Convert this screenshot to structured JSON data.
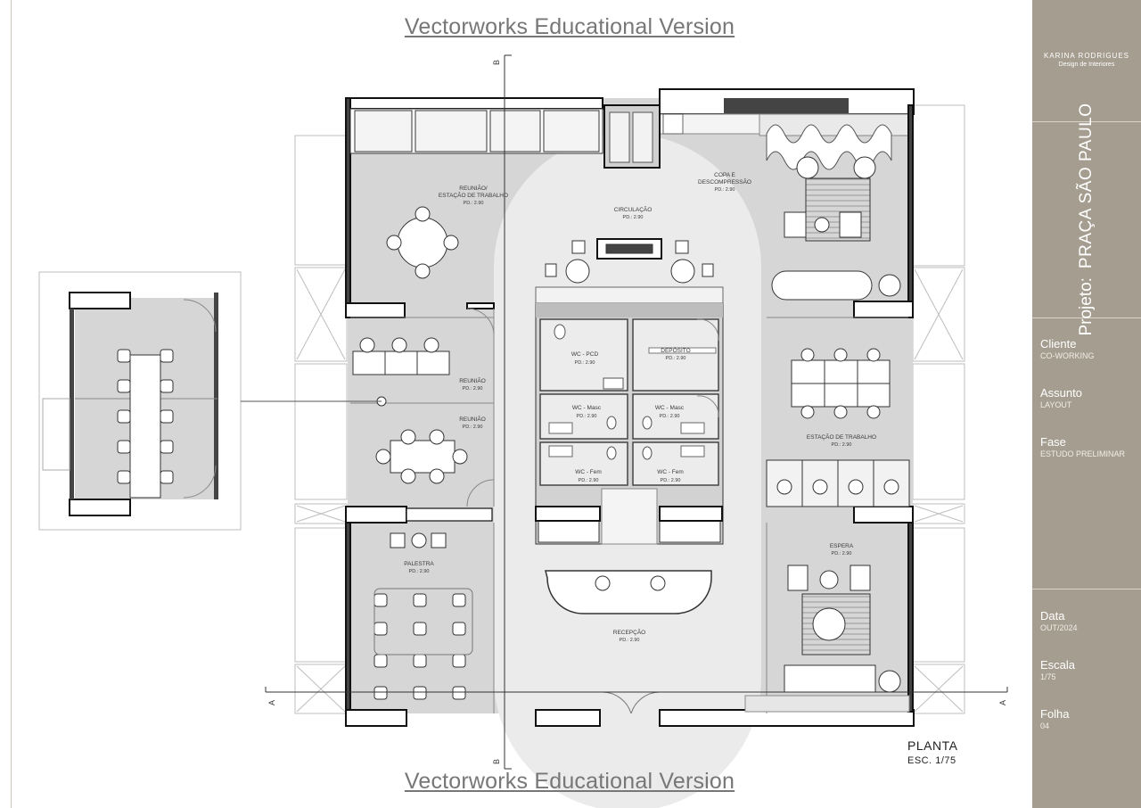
{
  "watermark": "Vectorworks Educational Version",
  "title_block": {
    "brand_name": "KARINA RODRIGUES",
    "brand_subtitle": "Design de Interiores",
    "project_label": "Projeto:",
    "project_name": "PRAÇA SÃO PAULO",
    "fields": [
      {
        "label": "Cliente",
        "value": "CO-WORKING"
      },
      {
        "label": "Assunto",
        "value": "LAYOUT"
      },
      {
        "label": "Fase",
        "value": "ESTUDO PRELIMINAR"
      },
      {
        "label": "Data",
        "value": "OUT/2024"
      },
      {
        "label": "Escala",
        "value": "1/75"
      },
      {
        "label": "Folha",
        "value": "04"
      }
    ]
  },
  "drawing": {
    "title": "PLANTA",
    "scale": "ESC. 1/75",
    "section_marks": {
      "a": "A",
      "b": "B"
    },
    "rooms": [
      {
        "name": "REUNIÃO/",
        "name2": "ESTAÇÃO DE TRABALHO",
        "pd": "PD.: 2.90"
      },
      {
        "name": "COPA E",
        "name2": "DESCOMPRESSÃO",
        "pd": "PD.: 2.90"
      },
      {
        "name": "CIRCULAÇÃO",
        "pd": "PD.: 2.90"
      },
      {
        "name": "WC - PCD",
        "pd": "PD.: 2.90"
      },
      {
        "name": "DEPÓSITO",
        "pd": "PD.: 2.90"
      },
      {
        "name": "REUNIÃO",
        "pd": "PD.: 2.90"
      },
      {
        "name": "REUNIÃO",
        "pd": "PD.: 2.90"
      },
      {
        "name": "WC - Masc",
        "pd": "PD.: 2.90"
      },
      {
        "name": "WC - Masc",
        "pd": "PD.: 2.90"
      },
      {
        "name": "WC - Fem",
        "pd": "PD.: 2.90"
      },
      {
        "name": "WC - Fem",
        "pd": "PD.: 2.90"
      },
      {
        "name": "ESTAÇÃO DE TRABALHO",
        "pd": "PD.: 2.90"
      },
      {
        "name": "PALESTRA",
        "pd": "PD.: 2.90"
      },
      {
        "name": "ESPERA",
        "pd": "PD.: 2.90"
      },
      {
        "name": "RECEPÇÃO",
        "pd": "PD.: 2.90"
      }
    ]
  }
}
